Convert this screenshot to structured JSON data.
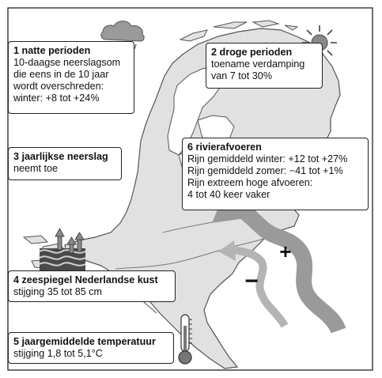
{
  "boxes": {
    "wet_periods": {
      "title": "1 natte perioden",
      "lines": [
        "10-daagse neerslagsom",
        "die eens in de 10 jaar",
        "wordt overschreden:",
        "winter: +8 tot +24%"
      ]
    },
    "dry_periods": {
      "title": "2 droge perioden",
      "lines": [
        "toename verdamping",
        "van 7 tot 30%"
      ]
    },
    "annual_precipitation": {
      "title": "3 jaarlijkse neerslag",
      "lines": [
        "neemt toe"
      ]
    },
    "sea_level": {
      "title": "4 zeespiegel Nederlandse kust",
      "lines": [
        "stijging 35 tot 85 cm"
      ]
    },
    "temperature": {
      "title": "5 jaargemiddelde temperatuur",
      "lines": [
        "stijging 1,8 tot 5,1°C"
      ]
    },
    "river_discharge": {
      "title": "6 rivierafvoeren",
      "lines": [
        "Rijn gemiddeld winter: +12 tot +27%",
        "Rijn gemiddeld zomer: −41 tot +1%",
        "Rijn extreem hoge afvoeren:",
        "4 tot 40 keer vaker"
      ]
    }
  },
  "map": {
    "plus_sign": "+",
    "minus_sign": "−",
    "icons": [
      "rain-cloud-icon",
      "sun-icon",
      "sea-level-icon",
      "thermometer-icon",
      "winter-river-arrow-icon",
      "summer-river-arrow-icon"
    ],
    "colors": {
      "land": "#e1e1e1",
      "land_outline": "#555555",
      "winter_arrow": "#9a9a9a",
      "summer_arrow": "#b4b4b4",
      "water": "#4a4a4a"
    }
  }
}
